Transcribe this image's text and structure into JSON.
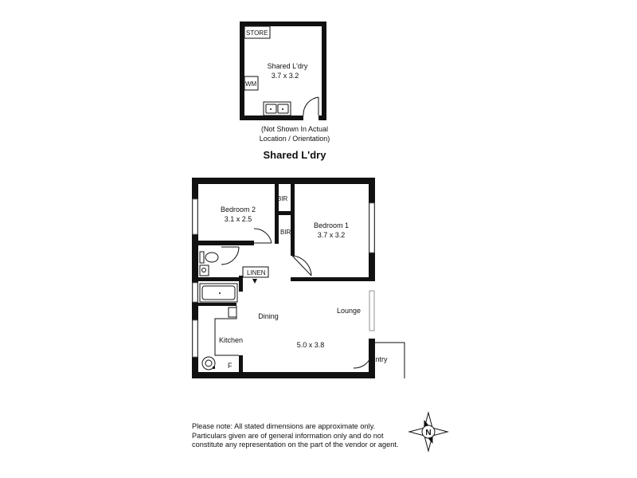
{
  "laundry": {
    "store_label": "STORE",
    "room_name": "Shared L'dry",
    "room_dims": "3.7 x 3.2",
    "wm_label": "WM",
    "note_line1": "(Not Shown In Actual",
    "note_line2": "Location / Orientation)",
    "title": "Shared L'dry"
  },
  "rooms": {
    "bedroom2_name": "Bedroom 2",
    "bedroom2_dims": "3.1 x 2.5",
    "bir1": "BIR",
    "bir2": "BIR",
    "bedroom1_name": "Bedroom 1",
    "bedroom1_dims": "3.7 x 3.2",
    "linen": "LINEN",
    "dining": "Dining",
    "lounge": "Lounge",
    "kitchen": "Kitchen",
    "living_dims": "5.0 x 3.8",
    "fridge": "F",
    "entry": "Entry"
  },
  "compass": {
    "letter": "N"
  },
  "disclaimer": {
    "line1": "Please note: All stated dimensions are approximate only.",
    "line2": "Particulars given are of general information only and do not",
    "line3": "constitute any representation on the part of the vendor or agent."
  }
}
